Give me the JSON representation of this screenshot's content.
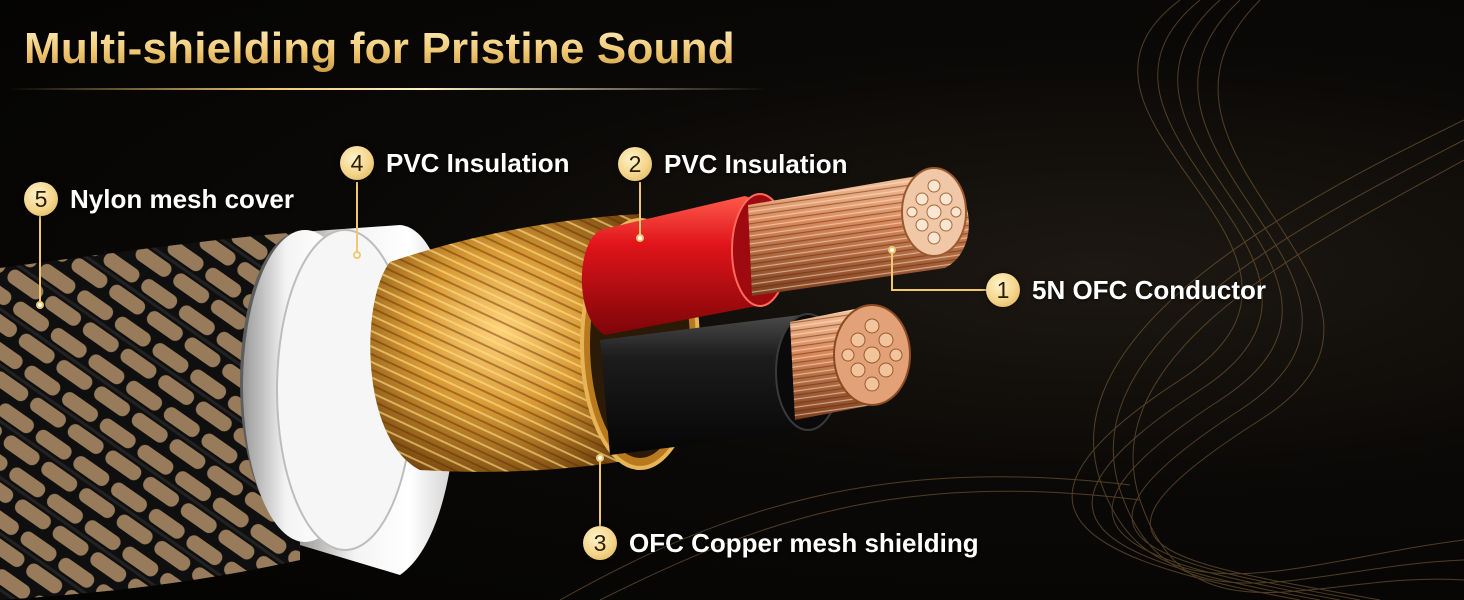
{
  "title": "Multi-shielding for Pristine Sound",
  "accent_color": "#f0c872",
  "callouts": [
    {
      "number": "1",
      "label": "5N OFC Conductor",
      "icon": "numbered-gold-circle"
    },
    {
      "number": "2",
      "label": "PVC Insulation",
      "icon": "numbered-gold-circle"
    },
    {
      "number": "3",
      "label": "OFC Copper mesh shielding",
      "icon": "numbered-gold-circle"
    },
    {
      "number": "4",
      "label": "PVC Insulation",
      "icon": "numbered-gold-circle"
    },
    {
      "number": "5",
      "label": "Nylon mesh cover",
      "icon": "numbered-gold-circle"
    }
  ],
  "layer_colors": {
    "conductor": "#d98a5c",
    "red_insulation": "#d4141a",
    "black_insulation": "#151515",
    "copper_shield": "#c98a2a",
    "white_insulation": "#f2f2f2",
    "nylon_braid": "#c9a57a"
  }
}
